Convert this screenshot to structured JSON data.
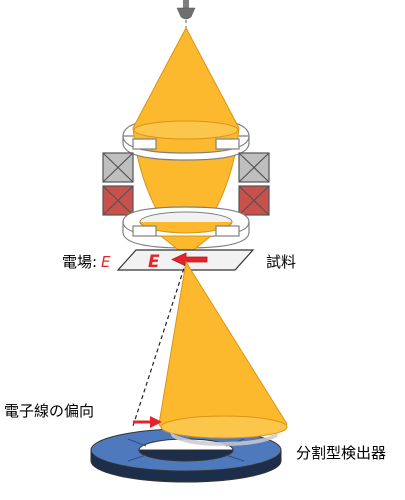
{
  "labels": {
    "field": "電場",
    "field_colon": ":",
    "field_symbol": "E",
    "plate_symbol": "E",
    "sample": "試料",
    "deflection": "電子線の偏向",
    "detector": "分割型検出器"
  },
  "colors": {
    "beam_fill": "#FDB92D",
    "beam_stroke": "#D89516",
    "field_red": "#E3252B",
    "coil_gray": "#BFBFBF",
    "coil_red": "#C9504B",
    "detector_blue": "#4F79BD",
    "detector_dark": "#1D2E4A"
  }
}
